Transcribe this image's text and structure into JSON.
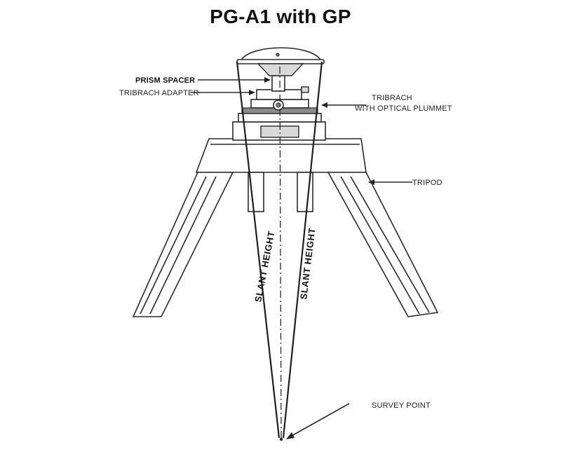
{
  "title": "PG-A1 with GP",
  "labels": {
    "prism_spacer": "PRISM SPACER",
    "tribrach_adapter": "TRIBRACH ADAPTER",
    "tribrach_line1": "TRIBRACH",
    "tribrach_line2": "WITH OPTICAL PLUMMET",
    "tripod": "TRIPOD",
    "survey_point": "SURVEY POINT",
    "slant_left": "SLANT HEIGHT",
    "slant_right": "SLANT HEIGHT"
  }
}
